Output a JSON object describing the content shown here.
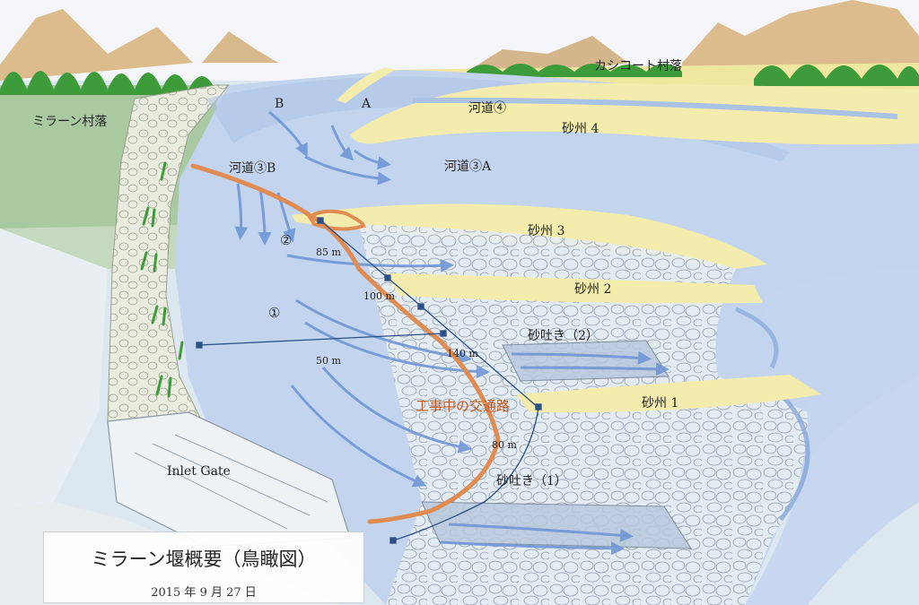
{
  "title": "ミラーン堰概要（鳥瞰図）",
  "date": "2015 年 9 月 27 日",
  "labels": {
    "village_left": "ミラーン村落",
    "village_right": "カシコート村落",
    "channel_b": "B",
    "channel_a": "A",
    "river4": "河道④",
    "sandbar4": "砂州 4",
    "river3a": "河道③A",
    "river3b": "河道③B",
    "sandbar3": "砂州 3",
    "marker2": "②",
    "marker1": "①",
    "sandbar2": "砂州 2",
    "sluice2": "砂吐き（2）",
    "sandbar1": "砂州 1",
    "sluice1": "砂吐き（1）",
    "inlet_gate": "Inlet Gate",
    "road": "工事中の交通路",
    "dist_85": "85 m",
    "dist_100": "100 m",
    "dist_140": "140 m",
    "dist_50": "50 m",
    "dist_80": "80 m"
  },
  "colors": {
    "water": "#c3d5ee",
    "water_deep": "#a9c2e6",
    "sand": "#f4ecac",
    "flow_arrow": "#6f96d6",
    "road": "#e08b52",
    "measure_line": "#2c4f86",
    "tree": "#3e9b3a",
    "mountain": "#d9b98a"
  }
}
